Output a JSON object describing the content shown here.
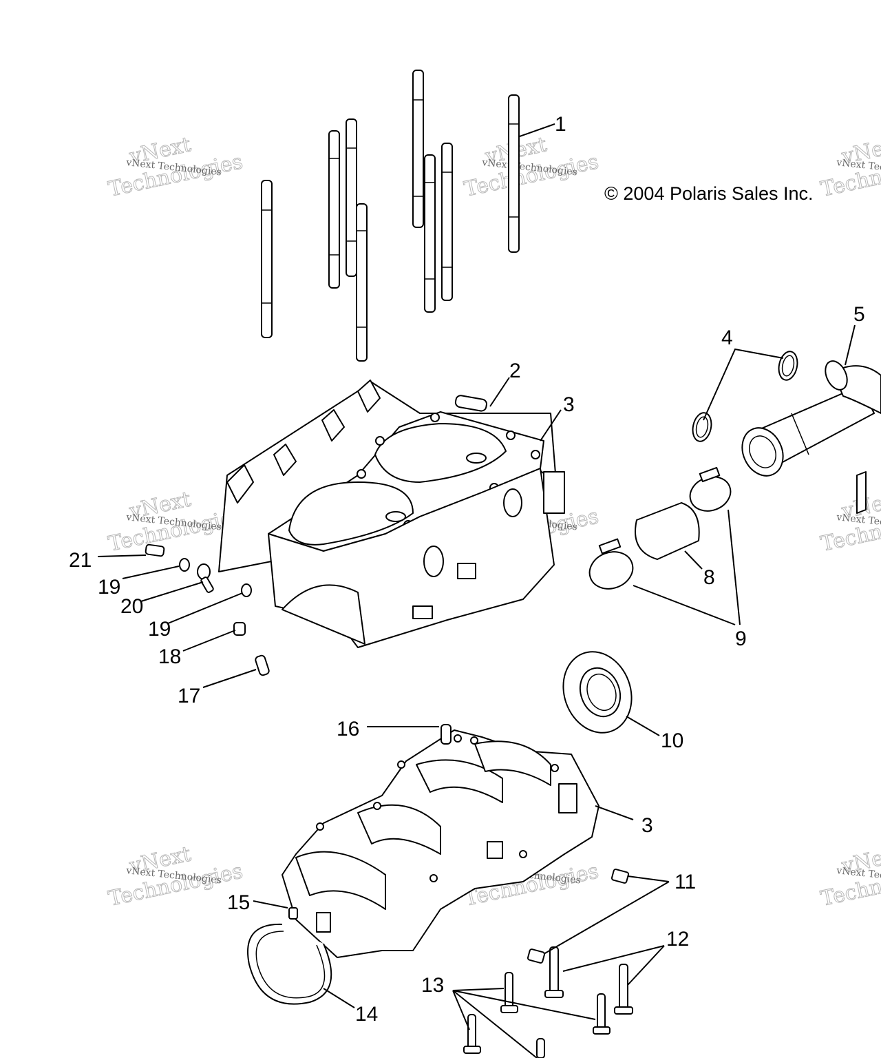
{
  "copyright": "© 2004 Polaris Sales Inc.",
  "watermark": {
    "word1": "vNext",
    "word2": "Technologies",
    "line": "vNext Technologies"
  },
  "callouts": [
    "1",
    "2",
    "3",
    "4",
    "5",
    "8",
    "9",
    "10",
    "3",
    "11",
    "12",
    "13",
    "14",
    "15",
    "16",
    "17",
    "18",
    "19",
    "20",
    "19",
    "21"
  ],
  "colors": {
    "line": "#000000",
    "background": "#ffffff",
    "watermark": "#b8b8b8"
  }
}
